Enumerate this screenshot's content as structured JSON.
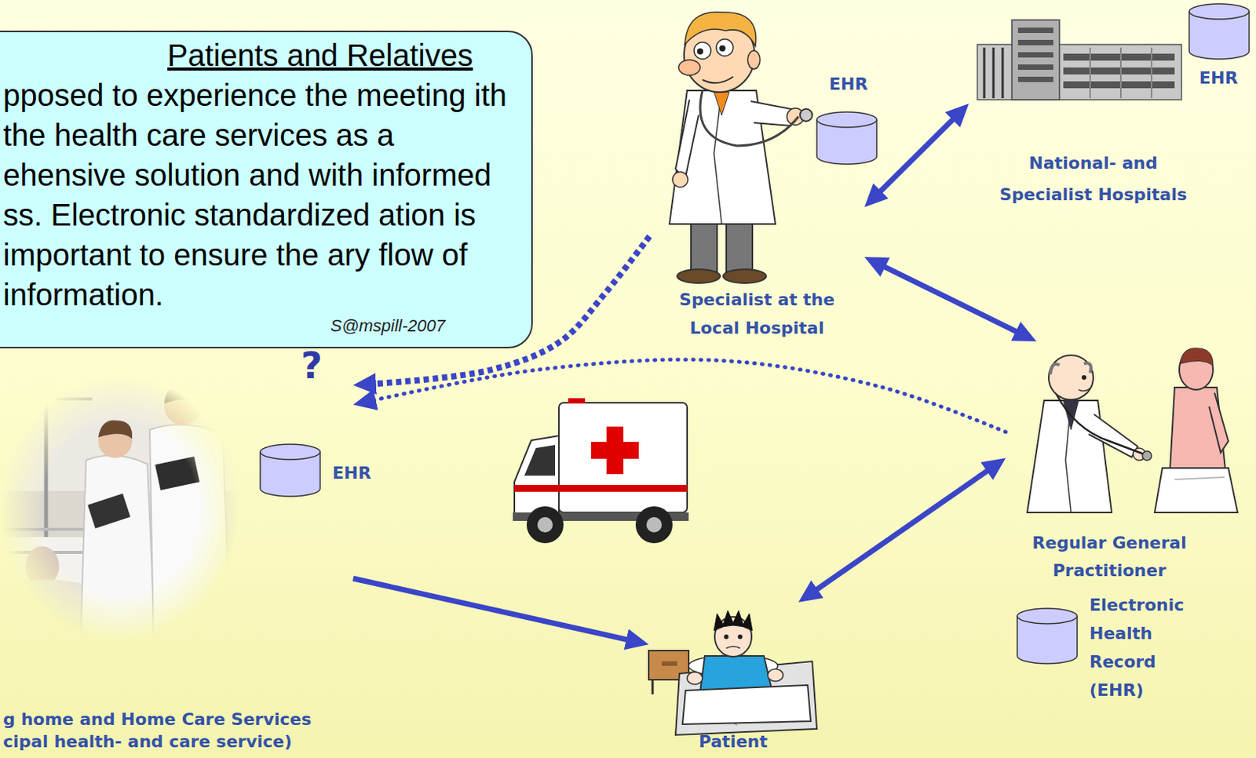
{
  "diagram": {
    "nodes": [
      {
        "text": [
          "Patients and Relatives",
          "pposed to experience the meeting ith the health care services as a ehensive solution and with informed ss. Electronic standardized ation is important to ensure the ary flow of information.",
          "S@mspill-2007"
        ]
      },
      {
        "text": [
          "Specialist at the Local Hospital"
        ]
      },
      {
        "text": [
          "National- and Specialist Hospitals"
        ]
      },
      {
        "text": [
          "Regular General Practitioner"
        ]
      },
      {
        "text": [
          "Patient"
        ]
      },
      {
        "text": [
          "g home and Home Care Services cipal health- and care service)"
        ]
      }
    ],
    "edges": [
      {
        "from": 1,
        "to": 2,
        "arrow": "both"
      },
      {
        "from": 1,
        "to": 3,
        "arrow": "both"
      },
      {
        "from": 3,
        "to": 4,
        "arrow": "both"
      },
      {
        "from": 5,
        "to": 4,
        "arrow": "to"
      },
      {
        "from": 1,
        "to": 5,
        "arrow": "to"
      },
      {
        "from": 3,
        "to": 5,
        "arrow": "to"
      }
    ],
    "labels": [
      "EHR",
      "EHR",
      "EHR",
      "Electronic Health Record (EHR)",
      "?"
    ]
  }
}
